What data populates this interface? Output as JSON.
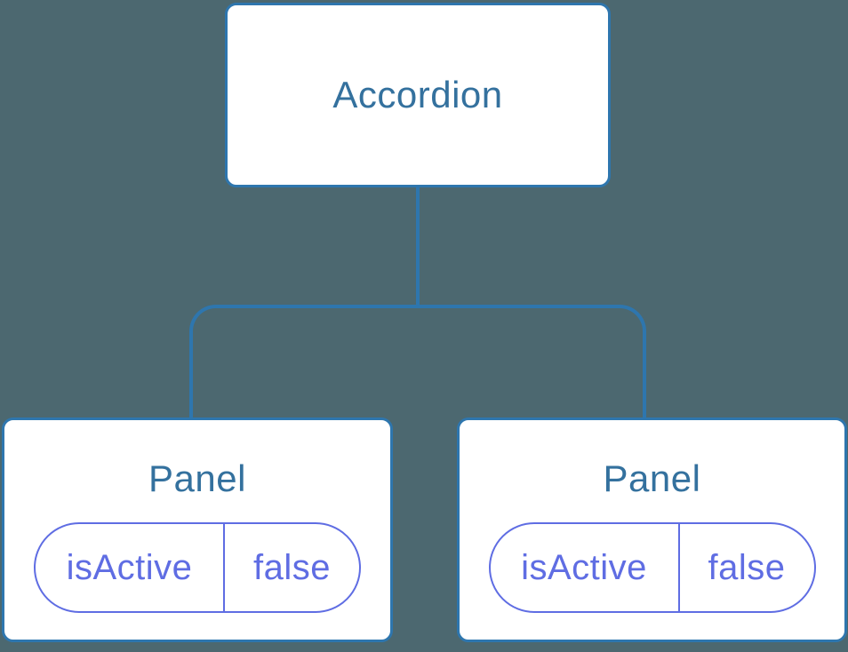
{
  "colors": {
    "background": "#4C6870",
    "connector": "#2E76AE",
    "box_border": "#2E76AE",
    "box_bg": "#FFFFFF",
    "box_text": "#34719E",
    "state_border": "#5F6DE3",
    "state_text": "#5F6DE3"
  },
  "tree": {
    "root": {
      "label": "Accordion"
    },
    "children": [
      {
        "label": "Panel",
        "state": {
          "key": "isActive",
          "value": "false"
        }
      },
      {
        "label": "Panel",
        "state": {
          "key": "isActive",
          "value": "false"
        }
      }
    ]
  }
}
